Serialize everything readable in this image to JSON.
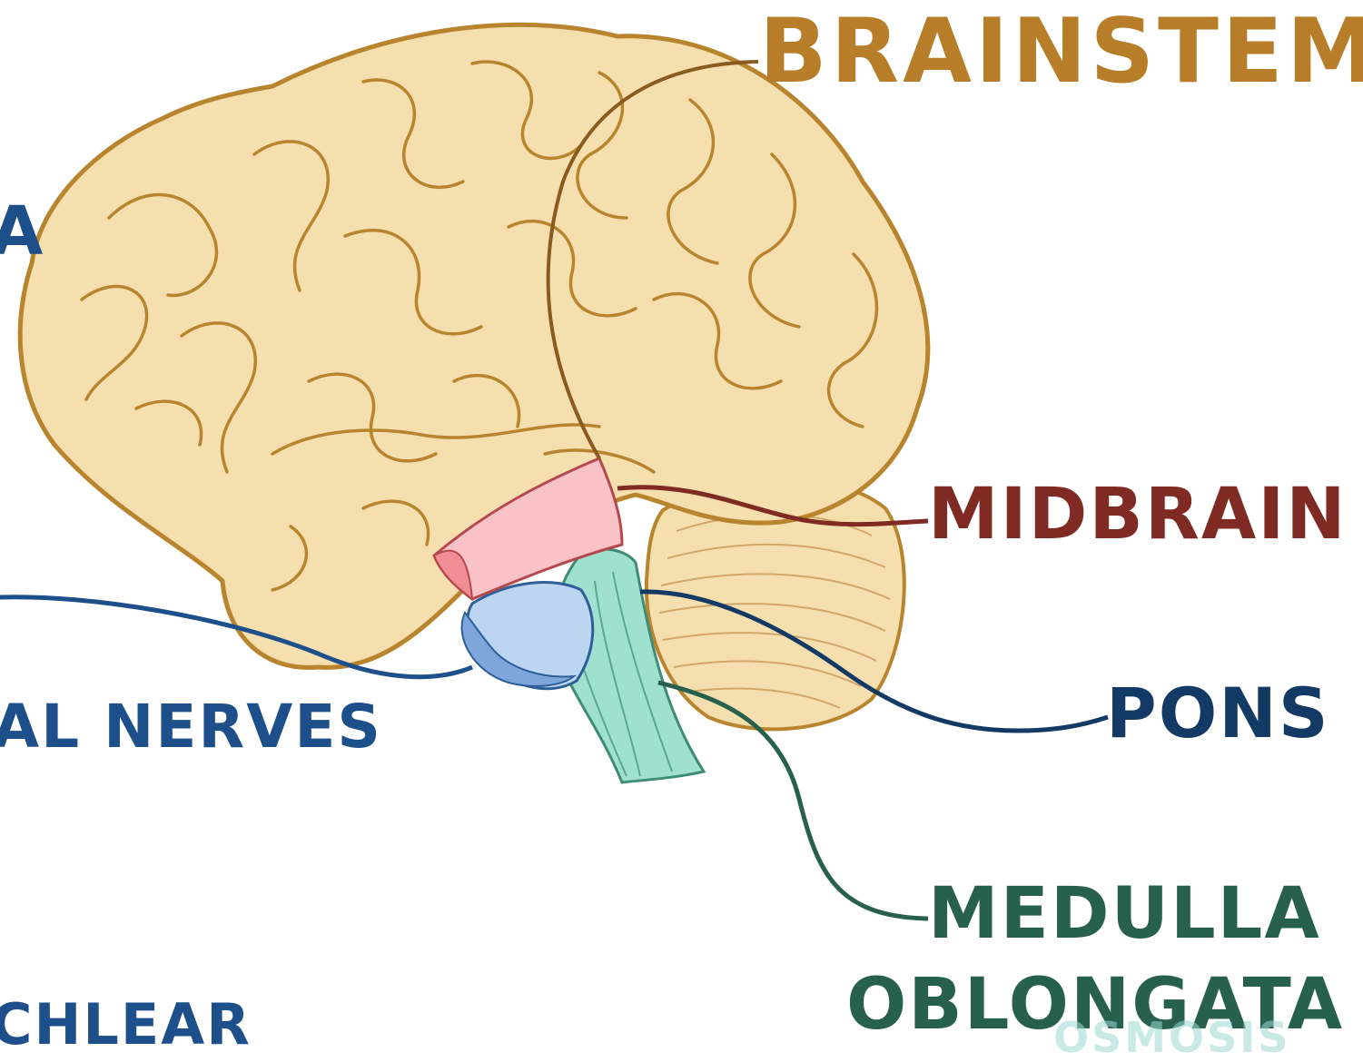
{
  "labels": {
    "brainstem": "BRAINSTEM",
    "midbrain": "MIDBRAIN",
    "pons": "PONS",
    "medulla_line1": "MEDULLA",
    "medulla_line2": "OBLONGATA",
    "cranial_nerves_partial": "AL NERVES",
    "cochlear_partial": "CHLEAR",
    "left_edge_partial": "A"
  },
  "watermark": "OSMOSIS",
  "colors": {
    "brain_fill": "#f6dfae",
    "brain_outline": "#b8852e",
    "brainstem": "#b77d28",
    "midbrain": "#7f2a22",
    "midbrain_fill": "#f5a8ac",
    "pons": "#123a64",
    "pons_fill": "#bcd6f2",
    "medulla": "#27604c",
    "medulla_fill": "#9fe0cf",
    "cranial_nerves": "#1d4f8a"
  }
}
